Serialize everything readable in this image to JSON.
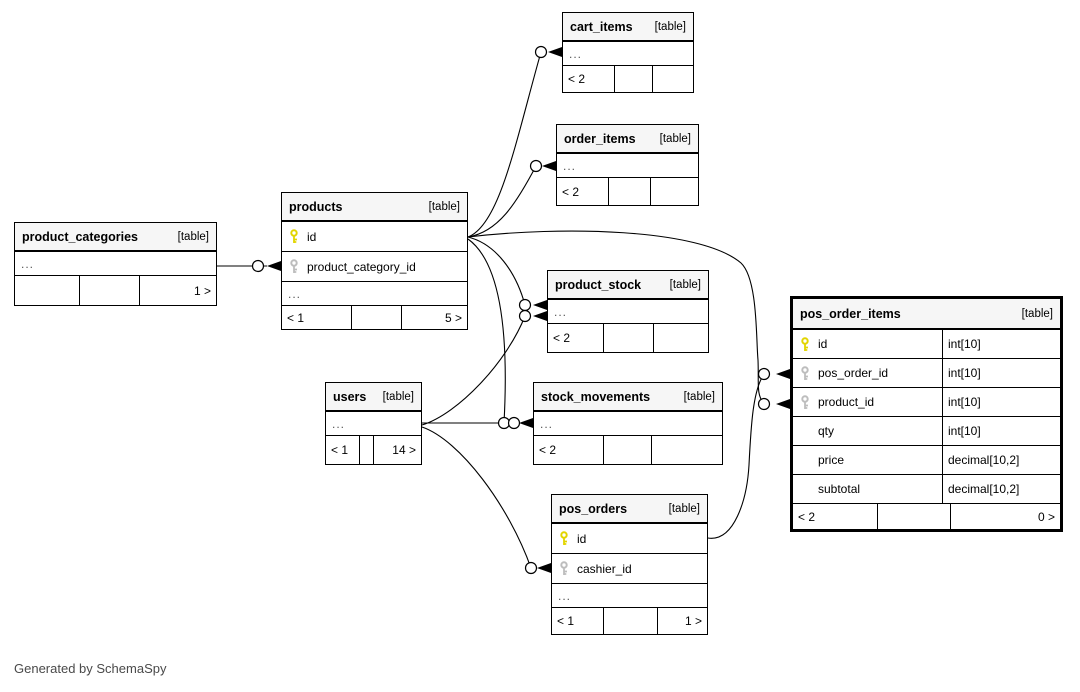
{
  "caption": "Generated by SchemaSpy",
  "colors": {
    "primary_key_icon": "#e2d500",
    "foreign_key_icon": "#bdbdbd",
    "table_header_bg": "#f6f6f6",
    "border": "#000000"
  },
  "tables": {
    "cart_items": {
      "name": "cart_items",
      "tag": "[table]",
      "dots": "...",
      "footer": {
        "left": "< 2",
        "mid": "",
        "right": ""
      }
    },
    "order_items": {
      "name": "order_items",
      "tag": "[table]",
      "dots": "...",
      "footer": {
        "left": "< 2",
        "mid": "",
        "right": ""
      }
    },
    "products": {
      "name": "products",
      "tag": "[table]",
      "rows": [
        {
          "icon": "primary-key",
          "label": "id"
        },
        {
          "icon": "foreign-key",
          "label": "product_category_id"
        }
      ],
      "dots": "...",
      "footer": {
        "left": "< 1",
        "mid": "",
        "right": "5 >"
      }
    },
    "product_categories": {
      "name": "product_categories",
      "tag": "[table]",
      "dots": "...",
      "footer": {
        "left": "",
        "mid": "",
        "right": "1 >"
      }
    },
    "product_stock": {
      "name": "product_stock",
      "tag": "[table]",
      "dots": "...",
      "footer": {
        "left": "< 2",
        "mid": "",
        "right": ""
      }
    },
    "stock_movements": {
      "name": "stock_movements",
      "tag": "[table]",
      "dots": "...",
      "footer": {
        "left": "< 2",
        "mid": "",
        "right": ""
      }
    },
    "users": {
      "name": "users",
      "tag": "[table]",
      "dots": "...",
      "footer": {
        "left": "< 1",
        "mid": "",
        "right": "14 >"
      }
    },
    "pos_orders": {
      "name": "pos_orders",
      "tag": "[table]",
      "rows": [
        {
          "icon": "primary-key",
          "label": "id"
        },
        {
          "icon": "foreign-key",
          "label": "cashier_id"
        }
      ],
      "dots": "...",
      "footer": {
        "left": "< 1",
        "mid": "",
        "right": "1 >"
      }
    },
    "pos_order_items": {
      "name": "pos_order_items",
      "tag": "[table]",
      "rows": [
        {
          "icon": "primary-key",
          "label": "id",
          "type": "int[10]"
        },
        {
          "icon": "foreign-key",
          "label": "pos_order_id",
          "type": "int[10]"
        },
        {
          "icon": "foreign-key",
          "label": "product_id",
          "type": "int[10]"
        },
        {
          "icon": null,
          "label": "qty",
          "type": "int[10]"
        },
        {
          "icon": null,
          "label": "price",
          "type": "decimal[10,2]"
        },
        {
          "icon": null,
          "label": "subtotal",
          "type": "decimal[10,2]"
        }
      ],
      "footer": {
        "left": "< 2",
        "mid": "",
        "right": "0 >"
      }
    }
  },
  "relationships": [
    {
      "from": "product_categories",
      "to": "products.product_category_id"
    },
    {
      "from": "products",
      "to": "cart_items"
    },
    {
      "from": "products",
      "to": "order_items"
    },
    {
      "from": "products",
      "to": "product_stock"
    },
    {
      "from": "products",
      "to": "stock_movements"
    },
    {
      "from": "products",
      "to": "pos_order_items.product_id"
    },
    {
      "from": "users",
      "to": "product_stock"
    },
    {
      "from": "users",
      "to": "stock_movements"
    },
    {
      "from": "users",
      "to": "pos_orders.cashier_id"
    },
    {
      "from": "pos_orders",
      "to": "pos_order_items.pos_order_id"
    }
  ]
}
